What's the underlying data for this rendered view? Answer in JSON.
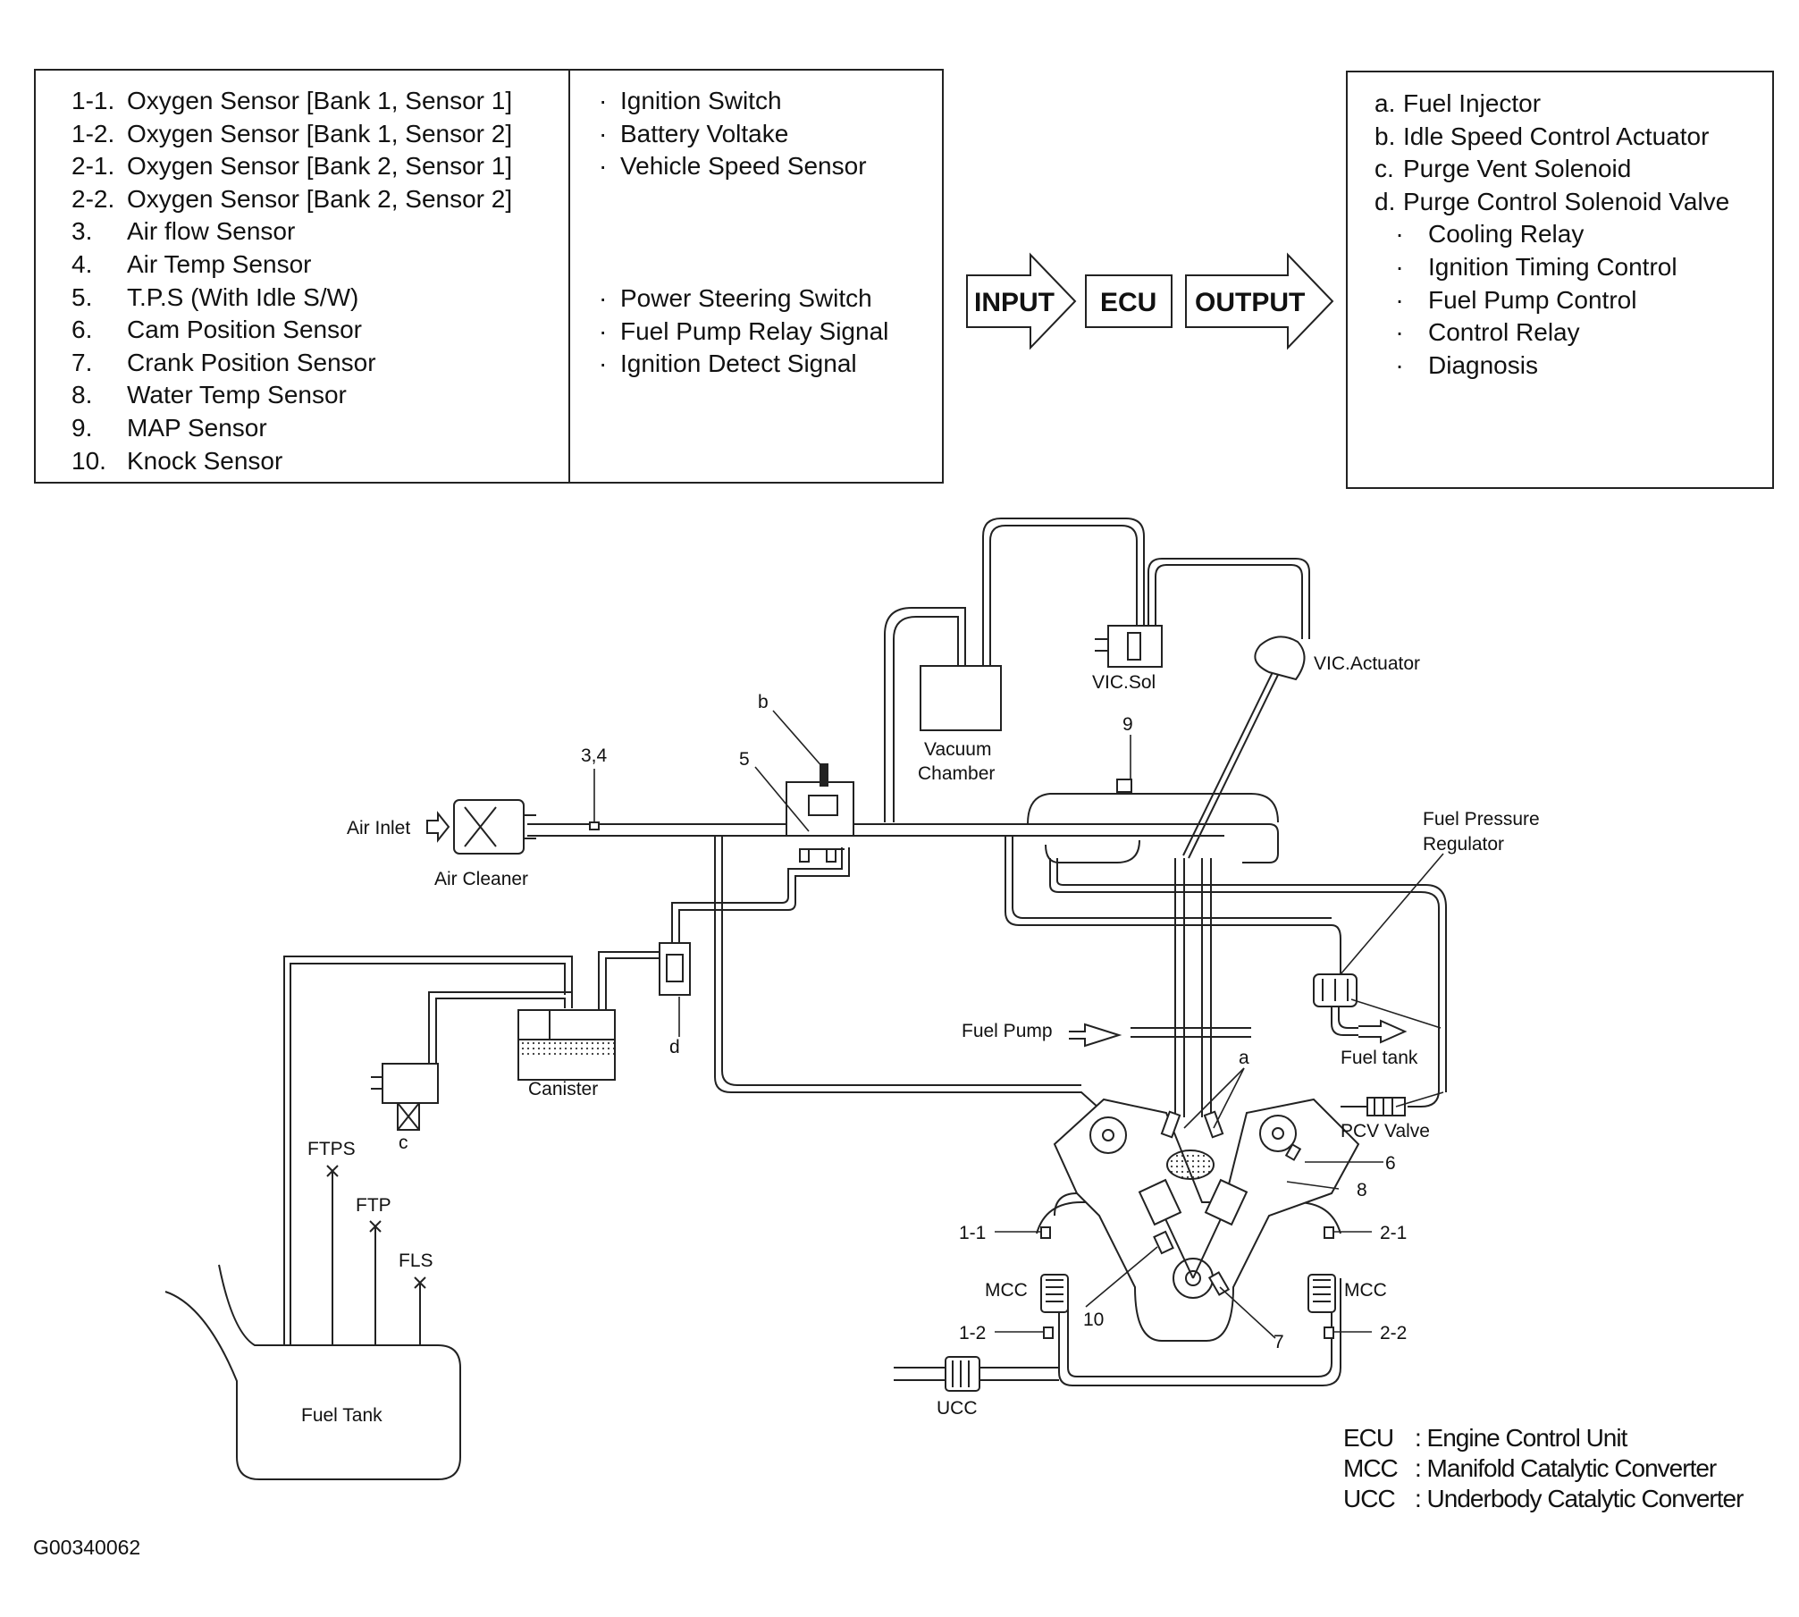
{
  "input_sensors": [
    {
      "num": "1-1.",
      "label": "Oxygen Sensor [Bank 1, Sensor 1]"
    },
    {
      "num": "1-2.",
      "label": "Oxygen Sensor [Bank 1, Sensor 2]"
    },
    {
      "num": "2-1.",
      "label": "Oxygen Sensor [Bank 2, Sensor 1]"
    },
    {
      "num": "2-2.",
      "label": "Oxygen Sensor [Bank 2, Sensor 2]"
    },
    {
      "num": "3.",
      "label": "Air flow Sensor"
    },
    {
      "num": "4.",
      "label": "Air Temp Sensor"
    },
    {
      "num": "5.",
      "label": "T.P.S (With Idle S/W)"
    },
    {
      "num": "6.",
      "label": "Cam Position Sensor"
    },
    {
      "num": "7.",
      "label": "Crank Position Sensor"
    },
    {
      "num": "8.",
      "label": "Water Temp Sensor"
    },
    {
      "num": "9.",
      "label": "MAP Sensor"
    },
    {
      "num": "10.",
      "label": "Knock Sensor"
    }
  ],
  "input_signals_top": [
    "Ignition Switch",
    "Battery Voltake",
    "Vehicle Speed Sensor"
  ],
  "input_signals_bottom": [
    "Power Steering Switch",
    "Fuel Pump Relay Signal",
    "Ignition Detect Signal"
  ],
  "flow": {
    "input": "INPUT",
    "ecu": "ECU",
    "output": "OUTPUT"
  },
  "outputs": [
    {
      "prefix": "a.",
      "label": "Fuel Injector"
    },
    {
      "prefix": "b.",
      "label": "Idle Speed Control Actuator"
    },
    {
      "prefix": "c.",
      "label": "Purge Vent Solenoid"
    },
    {
      "prefix": "d.",
      "label": "Purge Control Solenoid Valve"
    }
  ],
  "outputs_bullets": [
    "Cooling Relay",
    "Ignition Timing Control",
    "Fuel Pump Control",
    "Control Relay",
    "Diagnosis"
  ],
  "labels": {
    "vic_sol": "VIC.Sol",
    "vic_actuator": "VIC.Actuator",
    "vacuum_chamber_1": "Vacuum",
    "vacuum_chamber_2": "Chamber",
    "air_inlet": "Air Inlet",
    "air_cleaner": "Air Cleaner",
    "canister": "Canister",
    "fuel_pressure_regulator_1": "Fuel Pressure",
    "fuel_pressure_regulator_2": "Regulator",
    "fuel_pump": "Fuel Pump",
    "fuel_tank_return": "Fuel tank",
    "pcv_valve": "PCV Valve",
    "fuel_tank": "Fuel Tank",
    "ftps": "FTPS",
    "ftp": "FTP",
    "fls": "FLS",
    "mcc_left": "MCC",
    "mcc_right": "MCC",
    "ucc": "UCC",
    "b": "b",
    "n34": "3,4",
    "n5": "5",
    "n9": "9",
    "c": "c",
    "d": "d",
    "a": "a",
    "n6": "6",
    "n8": "8",
    "n10": "10",
    "n7": "7",
    "s11": "1-1",
    "s12": "1-2",
    "s21": "2-1",
    "s22": "2-2"
  },
  "glossary": [
    {
      "abbr": "ECU",
      "def": ": Engine Control Unit"
    },
    {
      "abbr": "MCC",
      "def": ": Manifold Catalytic Converter"
    },
    {
      "abbr": "UCC",
      "def": ": Underbody  Catalytic Converter"
    }
  ],
  "figure_code": "G00340062"
}
